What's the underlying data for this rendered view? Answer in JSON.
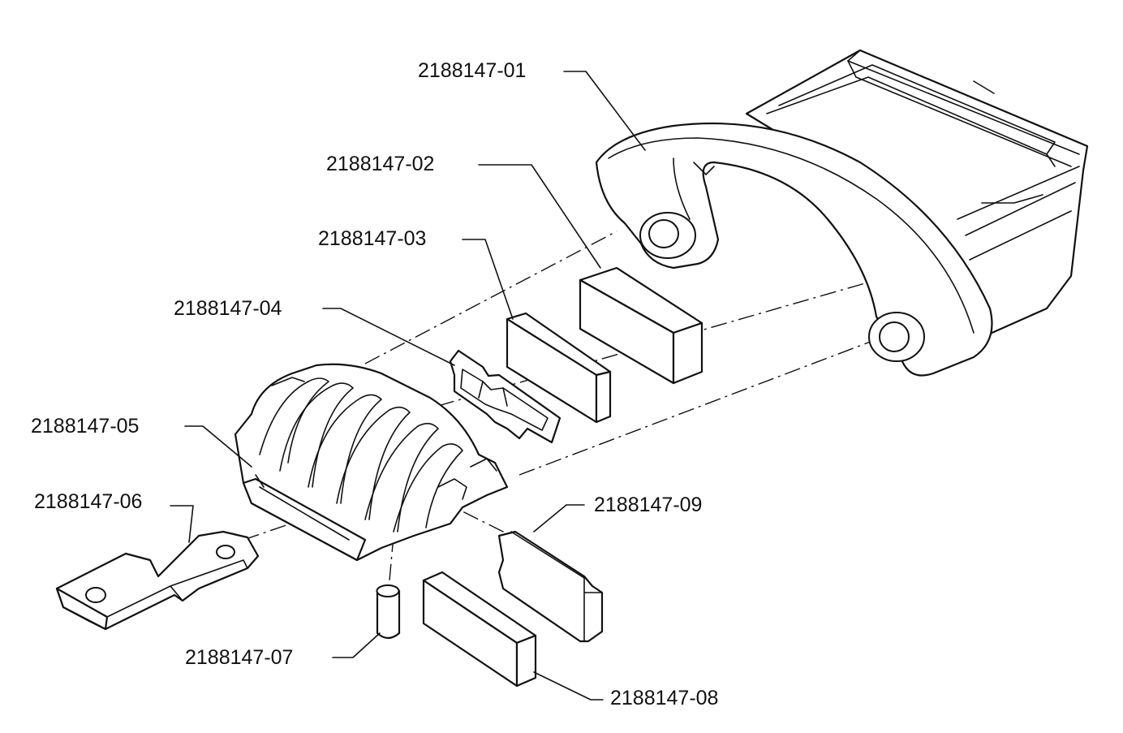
{
  "labels": {
    "p01": "2188147-01",
    "p02": "2188147-02",
    "p03": "2188147-03",
    "p04": "2188147-04",
    "p05": "2188147-05",
    "p06": "2188147-06",
    "p07": "2188147-07",
    "p08": "2188147-08",
    "p09": "2188147-09"
  },
  "colors": {
    "line": "#111111",
    "paper": "#ffffff"
  }
}
